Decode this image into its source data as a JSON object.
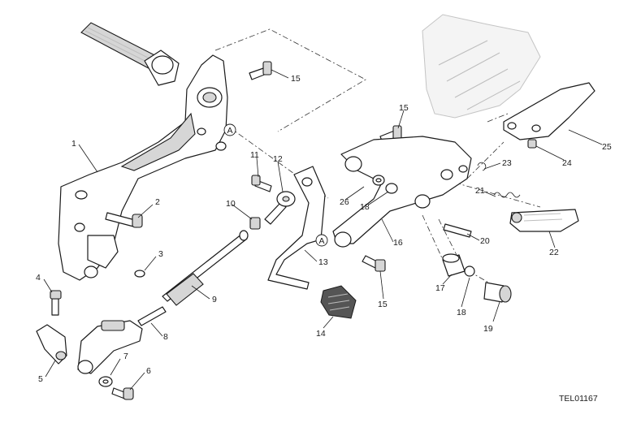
{
  "figure": {
    "reference_code": "TEL01167",
    "reference_marker": "A",
    "callout_labels": [
      "1",
      "2",
      "3",
      "4",
      "5",
      "6",
      "7",
      "8",
      "9",
      "10",
      "11",
      "12",
      "13",
      "14",
      "15",
      "16",
      "17",
      "18",
      "19",
      "20",
      "21",
      "22",
      "23",
      "24",
      "25",
      "26"
    ]
  }
}
